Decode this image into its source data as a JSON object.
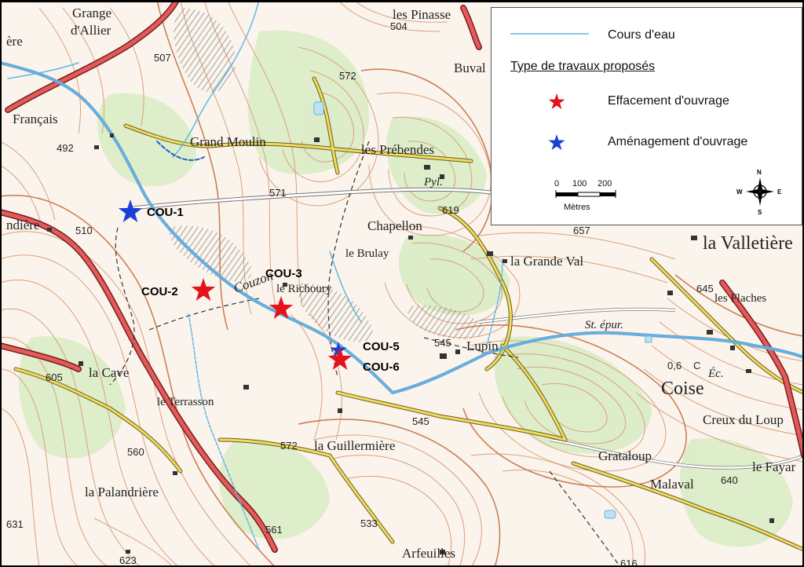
{
  "legend": {
    "river_label": "Cours d'eau",
    "types_heading": "Type de travaux proposés",
    "removal_label": "Effacement d'ouvrage",
    "development_label": "Aménagement d'ouvrage",
    "scale_ticks": [
      "0",
      "100",
      "200"
    ],
    "scale_unit": "Mètres",
    "compass": {
      "n": "N",
      "s": "S",
      "e": "E",
      "w": "W"
    }
  },
  "colors": {
    "river": "#5fb7e4",
    "removal": "#e3131b",
    "development": "#1e3fd6"
  },
  "sites": {
    "cou1": "COU-1",
    "cou2": "COU-2",
    "cou3": "COU-3",
    "cou5": "COU-5",
    "cou6": "COU-6"
  },
  "places": {
    "grange": "Grange",
    "dallier": "d'Allier",
    "pinasse": "les Pinasse",
    "buval": "Buval",
    "francais": "Français",
    "grand_moulin": "Grand Moulin",
    "prebendes": "les Prébendes",
    "pyl": "Pyl.",
    "chapellon": "Chapellon",
    "brulay": "le Brulay",
    "grande_val": "la Grande Val",
    "valletiere": "la Valletière",
    "flaches": "les Flaches",
    "richoury": "le Richoury",
    "lupin": "Lupin",
    "coise": "Coise",
    "creux": "Creux du Loup",
    "cave": "la Cave",
    "terrasson": "le Terrasson",
    "guillermiere": "la Guillermière",
    "grataloup": "Grataloup",
    "malaval": "Malaval",
    "fayard": "le Fayar",
    "palandriere": "la Palandrière",
    "arfeuilles": "Arfeuilles",
    "ndiere": "ndière",
    "ere": "ère",
    "couzon": "Couzon",
    "st_epur": "St. épur.",
    "ec": "Éc."
  },
  "altitudes": {
    "a504": "504",
    "a507": "507",
    "a572a": "572",
    "a492": "492",
    "a571": "571",
    "a619": "619",
    "a510": "510",
    "a657": "657",
    "a645": "645",
    "a545a": "545",
    "a605": "605",
    "a545b": "545",
    "a572b": "572",
    "a560": "560",
    "a561": "561",
    "a533": "533",
    "a640": "640",
    "a631": "631",
    "a623": "623",
    "a616": "616",
    "a06": "0,6",
    "c": "C"
  }
}
